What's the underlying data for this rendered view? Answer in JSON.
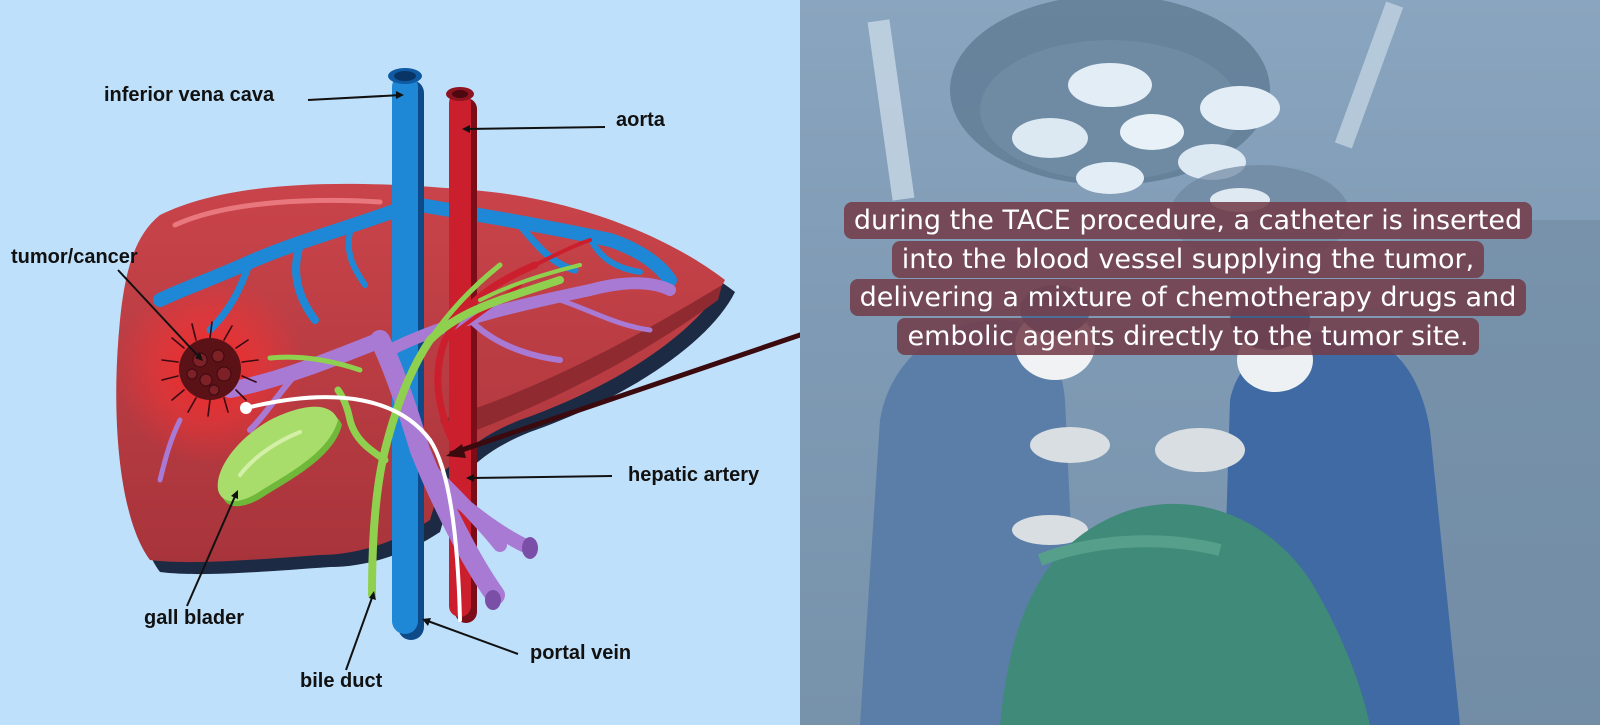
{
  "labels": {
    "ivc": "inferior vena cava",
    "aorta": "aorta",
    "tumor": "tumor/cancer",
    "hepatic_artery": "hepatic artery",
    "gall_bladder": "gall blader",
    "portal_vein": "portal vein",
    "bile_duct": "bile duct"
  },
  "caption": "during the TACE procedure, a catheter is inserted into the blood vessel supplying the tumor, delivering a mixture of chemotherapy drugs and embolic agents directly to the tumor site.",
  "colors": {
    "left_background": "#bfe0fa",
    "liver": "#b83a40",
    "vena_cava": "#1e88d6",
    "aorta": "#cc1f2e",
    "portal_vein": "#a97ad4",
    "bile": "#8fd14f",
    "caption_box": "#733e4a"
  }
}
